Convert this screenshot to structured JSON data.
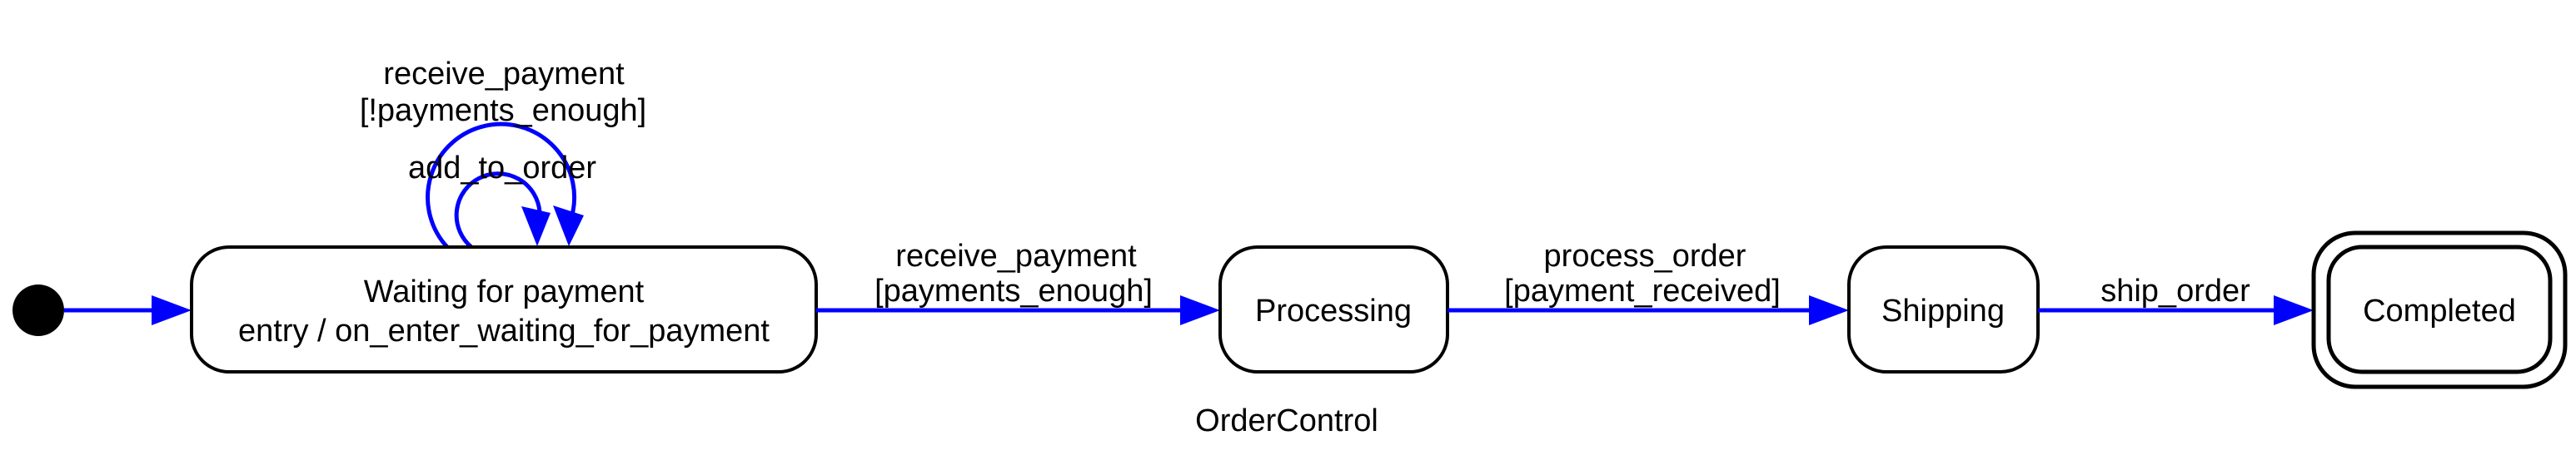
{
  "diagram": {
    "title": "OrderControl",
    "kind": "uml-state-machine",
    "colors": {
      "transition_arrow": "#0000ff",
      "state_border": "#000000",
      "text": "#000000",
      "background": "#ffffff"
    },
    "initial_marker": "filled-circle",
    "states": [
      {
        "name": "Waiting for payment",
        "entry_action": "entry / on_enter_waiting_for_payment",
        "kind": "normal"
      },
      {
        "name": "Processing",
        "kind": "normal"
      },
      {
        "name": "Shipping",
        "kind": "normal"
      },
      {
        "name": "Completed",
        "kind": "final"
      }
    ],
    "transitions": [
      {
        "from": "initial",
        "to": "Waiting for payment",
        "event": "",
        "guard": ""
      },
      {
        "from": "Waiting for payment",
        "to": "Waiting for payment",
        "event": "receive_payment",
        "guard": "[!payments_enough]"
      },
      {
        "from": "Waiting for payment",
        "to": "Waiting for payment",
        "event": "add_to_order",
        "guard": ""
      },
      {
        "from": "Waiting for payment",
        "to": "Processing",
        "event": "receive_payment",
        "guard": "[payments_enough]"
      },
      {
        "from": "Processing",
        "to": "Shipping",
        "event": "process_order",
        "guard": "[payment_received]"
      },
      {
        "from": "Shipping",
        "to": "Completed",
        "event": "ship_order",
        "guard": ""
      }
    ]
  }
}
